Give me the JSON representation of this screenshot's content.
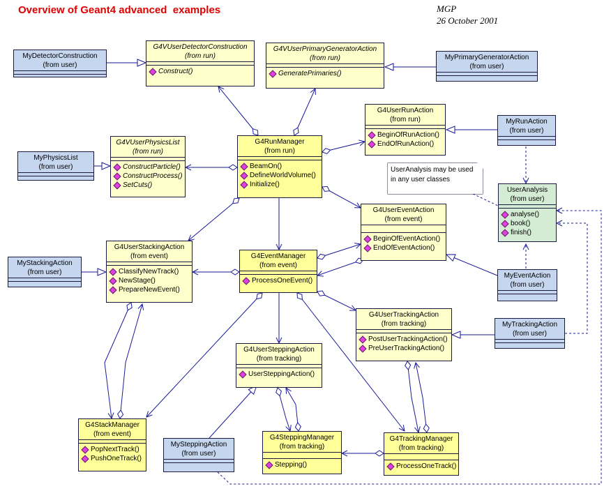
{
  "title": "Overview of Geant4 advanced  examples",
  "author": "MGP",
  "date": "26 October 2001",
  "note": "UserAnalysis may be used in any user classes",
  "classes": {
    "myDetectorConstruction": {
      "name": "MyDetectorConstruction",
      "sub": "(from user)"
    },
    "g4vUserDetectorConstruction": {
      "name": "G4VUserDetectorConstruction",
      "sub": "(from run)",
      "ops": [
        "Construct()"
      ]
    },
    "g4vUserPrimaryGeneratorAction": {
      "name": "G4VUserPrimaryGeneratorAction",
      "sub": "(from run)",
      "ops": [
        "GeneratePrimaries()"
      ]
    },
    "myPrimaryGeneratorAction": {
      "name": "MyPrimaryGeneratorAction",
      "sub": "(from user)"
    },
    "g4UserRunAction": {
      "name": "G4UserRunAction",
      "sub": "(from run)",
      "ops": [
        "BeginOfRunAction()",
        "EndOfRunAction()"
      ]
    },
    "myRunAction": {
      "name": "MyRunAction",
      "sub": "(from user)"
    },
    "myPhysicsList": {
      "name": "MyPhysicsList",
      "sub": "(from user)"
    },
    "g4vUserPhysicsList": {
      "name": "G4VUserPhysicsList",
      "sub": "(from run)",
      "ops": [
        "ConstructParticle()",
        "ConstructProcess()",
        "SetCuts()"
      ]
    },
    "g4RunManager": {
      "name": "G4RunManager",
      "sub": "(from run)",
      "ops": [
        "BeamOn()",
        "DefineWorldVolume()",
        "Initialize()"
      ]
    },
    "userAnalysis": {
      "name": "UserAnalysis",
      "sub": "(from user)",
      "ops": [
        "analyse()",
        "book()",
        "finish()"
      ]
    },
    "g4UserEventAction": {
      "name": "G4UserEventAction",
      "sub": "(from event)",
      "ops": [
        "BeginOfEventAction()",
        "EndOfEventAction()"
      ]
    },
    "myStackingAction": {
      "name": "MyStackingAction",
      "sub": "(from user)"
    },
    "g4UserStackingAction": {
      "name": "G4UserStackingAction",
      "sub": "(from event)",
      "ops": [
        "ClassifyNewTrack()",
        "NewStage()",
        "PrepareNewEvent()"
      ]
    },
    "g4EventManager": {
      "name": "G4EventManager",
      "sub": "(from event)",
      "ops": [
        "ProcessOneEvent()"
      ]
    },
    "myEventAction": {
      "name": "MyEventAction",
      "sub": "(from user)"
    },
    "g4UserTrackingAction": {
      "name": "G4UserTrackingAction",
      "sub": "(from tracking)",
      "ops": [
        "PostUserTrackingAction()",
        "PreUserTrackingAction()"
      ]
    },
    "myTrackingAction": {
      "name": "MyTrackingAction",
      "sub": "(from user)"
    },
    "g4UserSteppingAction": {
      "name": "G4UserSteppingAction",
      "sub": "(from tracking)",
      "ops": [
        "UserSteppingAction()"
      ]
    },
    "g4StackManager": {
      "name": "G4StackManager",
      "sub": "(from event)",
      "ops": [
        "PopNextTrack()",
        "PushOneTrack()"
      ]
    },
    "mySteppingAction": {
      "name": "MySteppingAction",
      "sub": "(from user)"
    },
    "g4SteppingManager": {
      "name": "G4SteppingManager",
      "sub": "(from tracking)",
      "ops": [
        "Stepping()"
      ]
    },
    "g4TrackingManager": {
      "name": "G4TrackingManager",
      "sub": "(from tracking)",
      "ops": [
        "ProcessOneTrack()"
      ]
    }
  },
  "colors": {
    "line": "#1a1a9a",
    "abstract": "#ffffcc",
    "core": "#ffff99",
    "user": "#c5d6ee",
    "analysis": "#d4ecd4",
    "title": "#e00000"
  }
}
